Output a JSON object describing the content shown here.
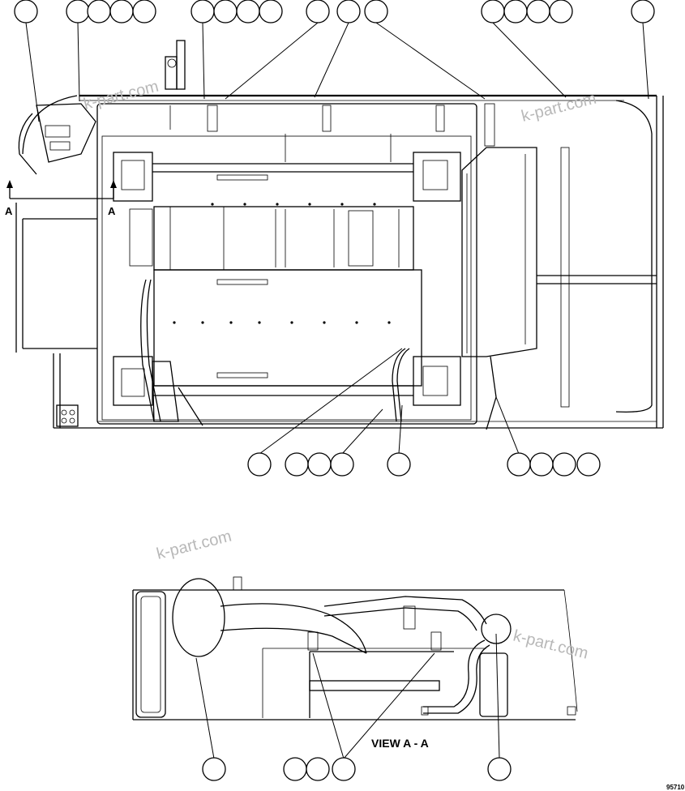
{
  "section_label": "A",
  "view_title": "VIEW A - A",
  "drawing_number": "95710",
  "watermark": "k-part.com",
  "callout_rows": [
    [
      32,
      96,
      122,
      150,
      178
    ],
    [
      250,
      278,
      306,
      334
    ],
    [
      392,
      430,
      464
    ],
    [
      608,
      636,
      664,
      692
    ],
    [
      793
    ],
    [
      320
    ],
    [
      366,
      394,
      422
    ],
    [
      492
    ],
    [
      640,
      668,
      696,
      726
    ],
    [
      264
    ],
    [
      364,
      392,
      424
    ],
    [
      616
    ]
  ]
}
